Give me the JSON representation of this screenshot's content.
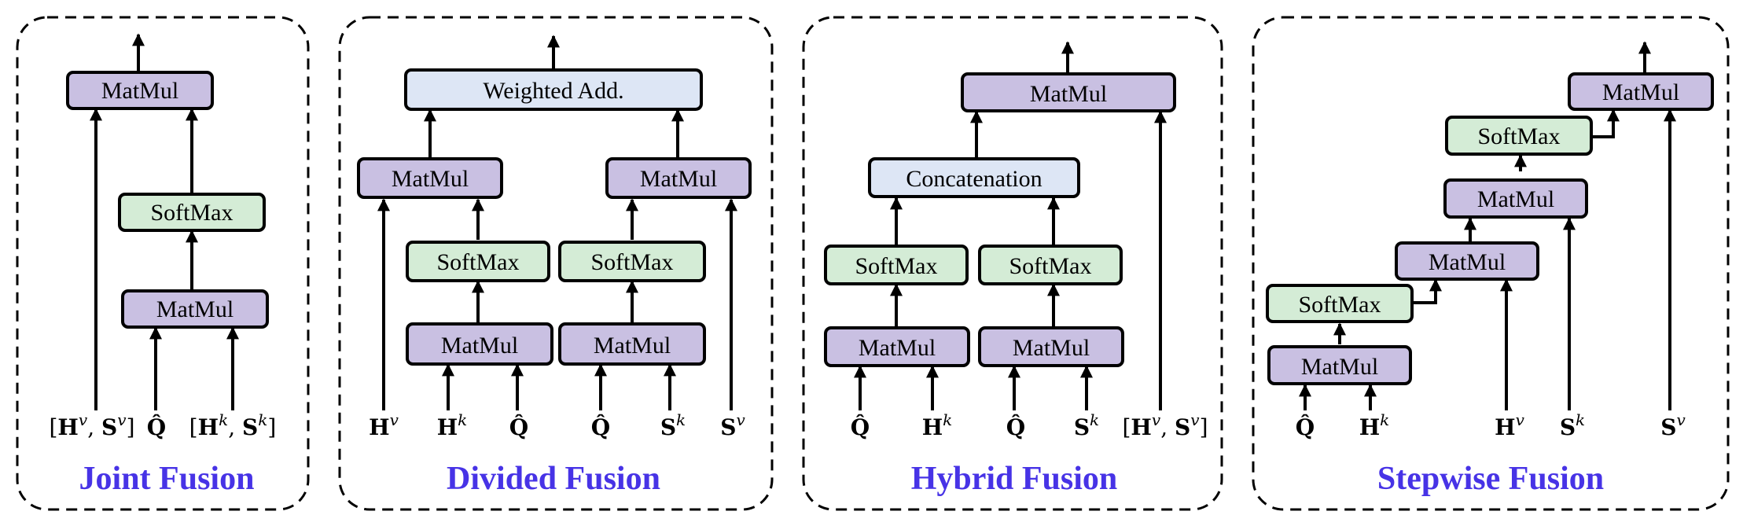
{
  "colors": {
    "matmul": "#c9c0e2",
    "softmax": "#d4ecd6",
    "aggregate": "#dde6f5",
    "title": "#4733e6"
  },
  "panels": [
    {
      "title": "Joint Fusion",
      "labels": {
        "matmul_top": "MatMul",
        "softmax": "SoftMax",
        "matmul_bottom": "MatMul"
      },
      "inputs": [
        "[H^v, S^v]",
        "Q̂",
        "[H^k, S^k]"
      ]
    },
    {
      "title": "Divided Fusion",
      "labels": {
        "weighted_add": "Weighted Add.",
        "matmul_left_top": "MatMul",
        "matmul_right_top": "MatMul",
        "softmax_left": "SoftMax",
        "softmax_right": "SoftMax",
        "matmul_left_bottom": "MatMul",
        "matmul_right_bottom": "MatMul"
      },
      "inputs": [
        "H^v",
        "H^k",
        "Q̂",
        "Q̂",
        "S^k",
        "S^v"
      ]
    },
    {
      "title": "Hybrid Fusion",
      "labels": {
        "matmul_top": "MatMul",
        "concatenation": "Concatenation",
        "softmax_left": "SoftMax",
        "softmax_right": "SoftMax",
        "matmul_left": "MatMul",
        "matmul_right": "MatMul"
      },
      "inputs": [
        "Q̂",
        "H^k",
        "Q̂",
        "S^k",
        "[H^v, S^v]"
      ]
    },
    {
      "title": "Stepwise Fusion",
      "labels": {
        "matmul_1": "MatMul",
        "softmax_1": "SoftMax",
        "matmul_2": "MatMul",
        "matmul_3": "MatMul",
        "softmax_2": "SoftMax",
        "matmul_4": "MatMul"
      },
      "inputs": [
        "Q̂",
        "H^k",
        "H^v",
        "S^k",
        "S^v"
      ]
    }
  ]
}
